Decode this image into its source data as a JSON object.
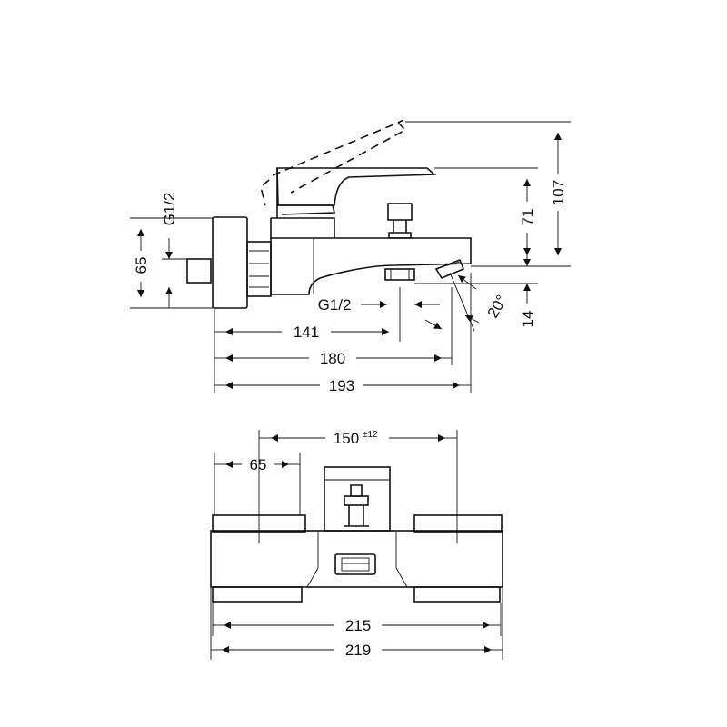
{
  "side_view": {
    "dimensions": {
      "thread_inlet": "G1/2",
      "thread_outlet": "G1/2",
      "inlet_spacing": "65",
      "length_141": "141",
      "length_180": "180",
      "length_193": "193",
      "height_71": "71",
      "height_107": "107",
      "angle": "20°",
      "height_14": "14"
    }
  },
  "front_view": {
    "dimensions": {
      "centers": "150",
      "centers_tolerance": "±12",
      "rosette": "65",
      "width_215": "215",
      "width_219": "219"
    }
  }
}
